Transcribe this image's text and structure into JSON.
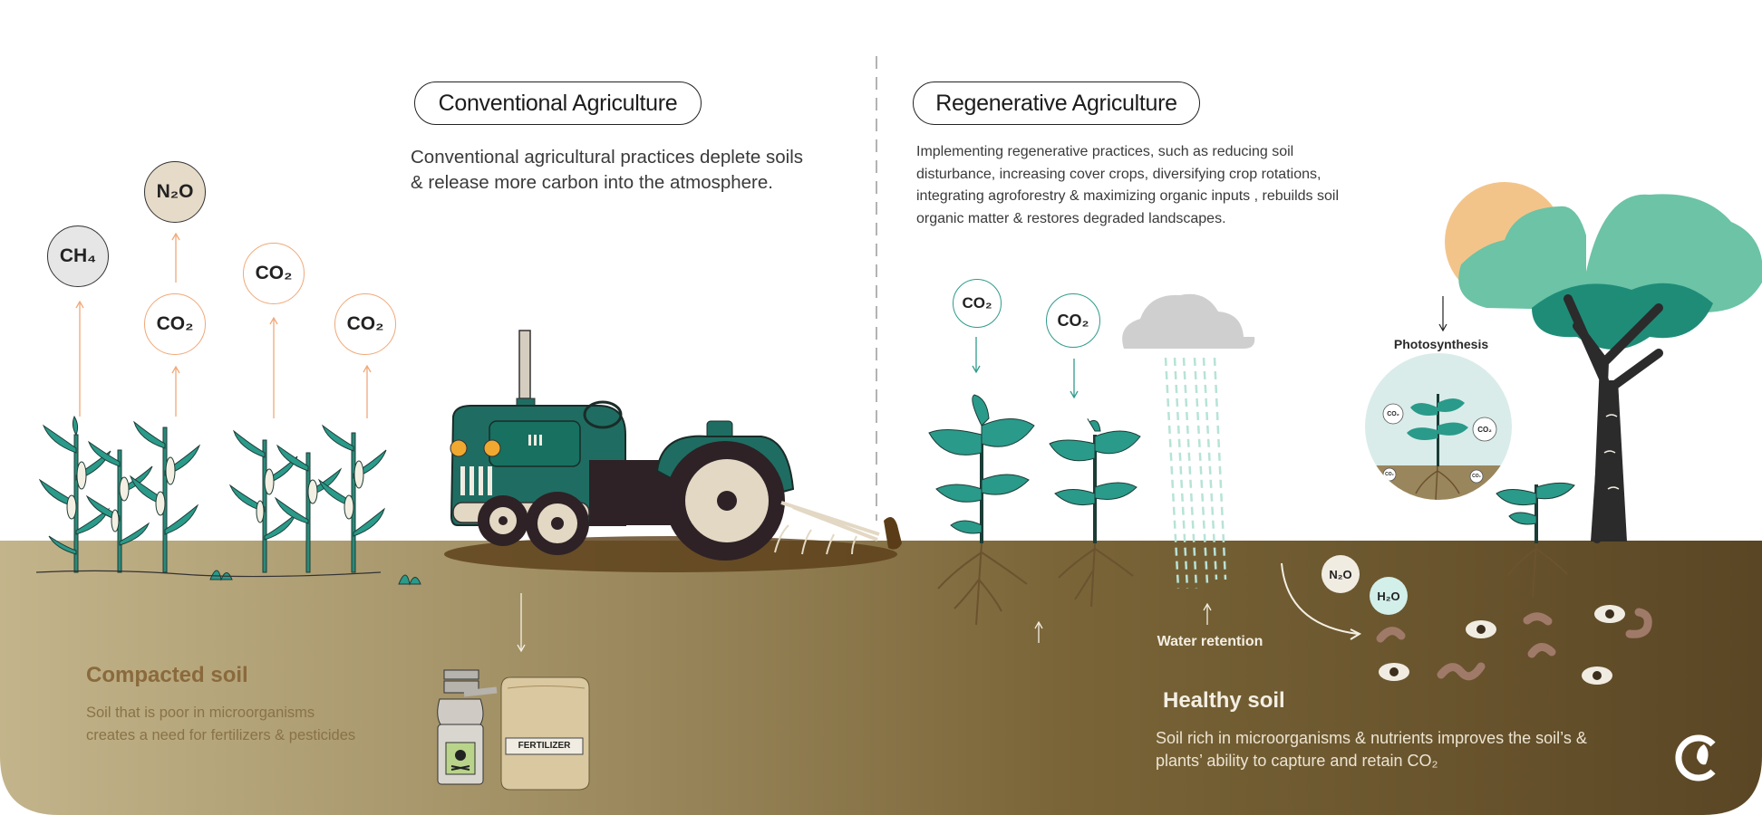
{
  "conventional": {
    "title": "Conventional Agriculture",
    "description_line1": "Conventional agricultural practices deplete soils",
    "description_line2": "& release more carbon into the atmosphere.",
    "gases": {
      "ch4": "CH₄",
      "n2o": "N₂O",
      "co2_a": "CO₂",
      "co2_b": "CO₂",
      "co2_c": "CO₂"
    },
    "soil_title": "Compacted soil",
    "soil_line1": "Soil that is  poor in microorganisms",
    "soil_line2": "creates a need for fertilizers & pesticides",
    "fertilizer_label": "FERTILIZER"
  },
  "regenerative": {
    "title": "Regenerative Agriculture",
    "description_lines": [
      "Implementing regenerative practices, such as reducing soil",
      "disturbance, increasing cover crops, diversifying crop rotations,",
      "integrating agroforestry & maximizing organic inputs , rebuilds soil",
      "organic matter & restores degraded landscapes."
    ],
    "gases": {
      "co2_a": "CO₂",
      "co2_b": "CO₂",
      "n2o": "N₂O",
      "h2o": "H₂O"
    },
    "inset_labels": {
      "co2_a": "CO₂",
      "co2_b": "CO₂",
      "co2_c": "CO₂",
      "co2_d": "CO₂"
    },
    "photosynthesis_label": "Photosynthesis",
    "water_label": "Water retention",
    "soil_title": "Healthy soil",
    "soil_line1": "Soil rich in microorganisms & nutrients improves the soil’s &",
    "soil_line2": "plants’ ability to capture and retain CO₂"
  },
  "colors": {
    "soil_left": "#c0b086",
    "soil_right": "#5e4a28",
    "teal": "#20877a",
    "orange": "#f0a878",
    "sun": "#f3c48a",
    "tree_light": "#6cc3a5",
    "tree_dark": "#1f8c78"
  },
  "icons": [
    "tractor-icon",
    "spray-bottle-icon",
    "fertilizer-bag-icon",
    "cloud-icon",
    "sun-icon",
    "tree-icon",
    "logo-icon"
  ]
}
